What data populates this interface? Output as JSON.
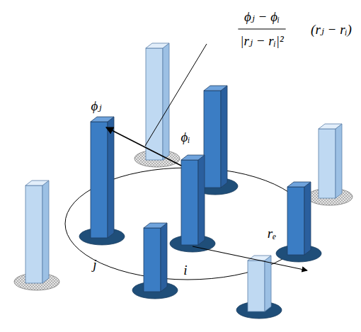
{
  "diagram": {
    "labels": [
      "ϕⱼ − ϕᵢ",
      "|rⱼ − rᵢ|²",
      "(rⱼ − rᵢ)",
      "ϕⱼ",
      "ϕᵢ",
      "j",
      "i",
      "rₑ"
    ]
  }
}
